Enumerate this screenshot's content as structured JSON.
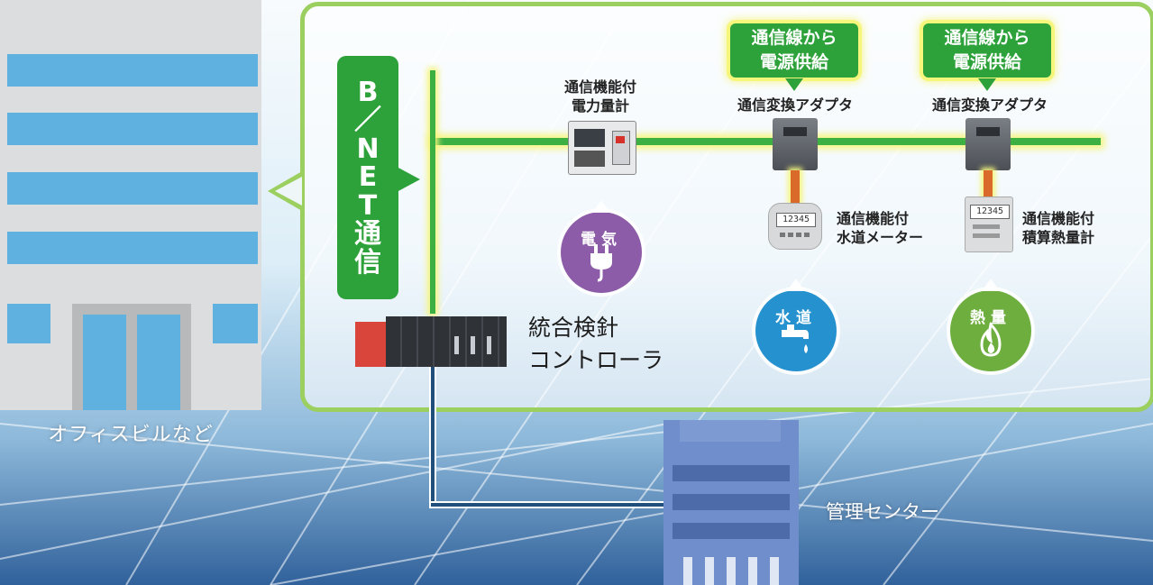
{
  "office": {
    "label": "オフィスビルなど"
  },
  "bnet": {
    "lines": [
      "B",
      "／",
      "N",
      "E",
      "T",
      "通",
      "信"
    ]
  },
  "supply": [
    {
      "line1": "通信線から",
      "line2": "電源供給"
    },
    {
      "line1": "通信線から",
      "line2": "電源供給"
    }
  ],
  "devices": {
    "power_meter": {
      "line1": "通信機能付",
      "line2": "電力量計"
    },
    "adapter1": {
      "label": "通信変換アダプタ"
    },
    "adapter2": {
      "label": "通信変換アダプタ"
    },
    "water_meter": {
      "line1": "通信機能付",
      "line2": "水道メーター",
      "digits": "12345"
    },
    "heat_meter": {
      "line1": "通信機能付",
      "line2": "積算熱量計",
      "digits": "12345"
    }
  },
  "bubbles": {
    "electric": {
      "title": "電気",
      "color": "#8d5ca8",
      "icon": "plug-icon"
    },
    "water": {
      "title": "水道",
      "color": "#2592cf",
      "icon": "faucet-icon"
    },
    "heat": {
      "title": "熱量",
      "color": "#6eae3e",
      "icon": "flame-icon"
    }
  },
  "controller": {
    "line1": "統合検針",
    "line2": "コントローラ"
  },
  "center": {
    "label": "管理センター"
  },
  "colors": {
    "bus": "#3cb043",
    "panel_border": "#9bcf60",
    "glow": "#f6f57c",
    "badge": "#2ea23a"
  }
}
